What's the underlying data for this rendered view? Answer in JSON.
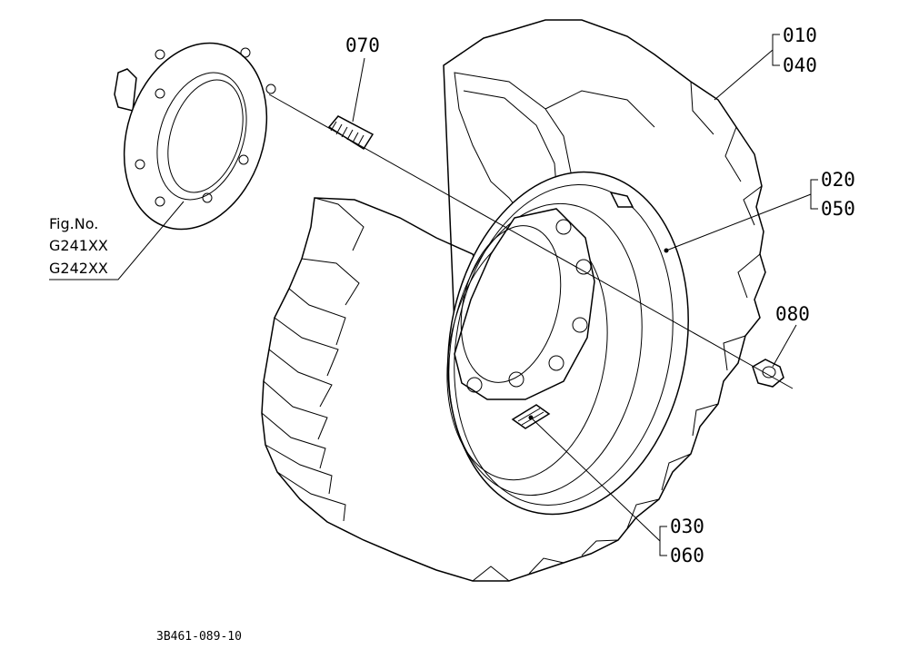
{
  "labels": {
    "l070": "070",
    "l010": "010",
    "l040": "040",
    "l020": "020",
    "l050": "050",
    "l080": "080",
    "l030": "030",
    "l060": "060"
  },
  "figure_ref": {
    "line1": "Fig.No.",
    "line2": "G241XX",
    "line3": "G242XX"
  },
  "drawing_code": "3B461-089-10",
  "colors": {
    "ink": "#000000",
    "paper": "#ffffff"
  }
}
